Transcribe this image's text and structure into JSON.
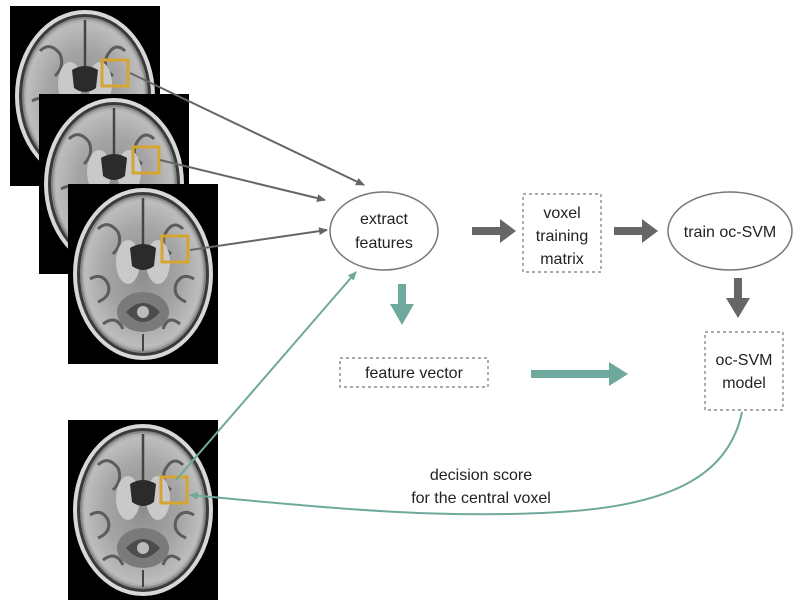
{
  "nodes": {
    "extract_features": [
      "extract",
      "features"
    ],
    "voxel_training_matrix": [
      "voxel",
      "training",
      "matrix"
    ],
    "train_ocsvm": "train oc-SVM",
    "feature_vector": "feature vector",
    "ocsvm_model": [
      "oc-SVM",
      "model"
    ]
  },
  "annotations": {
    "decision_score": [
      "decision score",
      "for the central voxel"
    ]
  },
  "colors": {
    "gray_arrow": "#666666",
    "teal_arrow": "#6fa89c",
    "roi_box": "#d6a531",
    "node_border": "#777777"
  },
  "icons": [
    "brain-mri-slice"
  ]
}
